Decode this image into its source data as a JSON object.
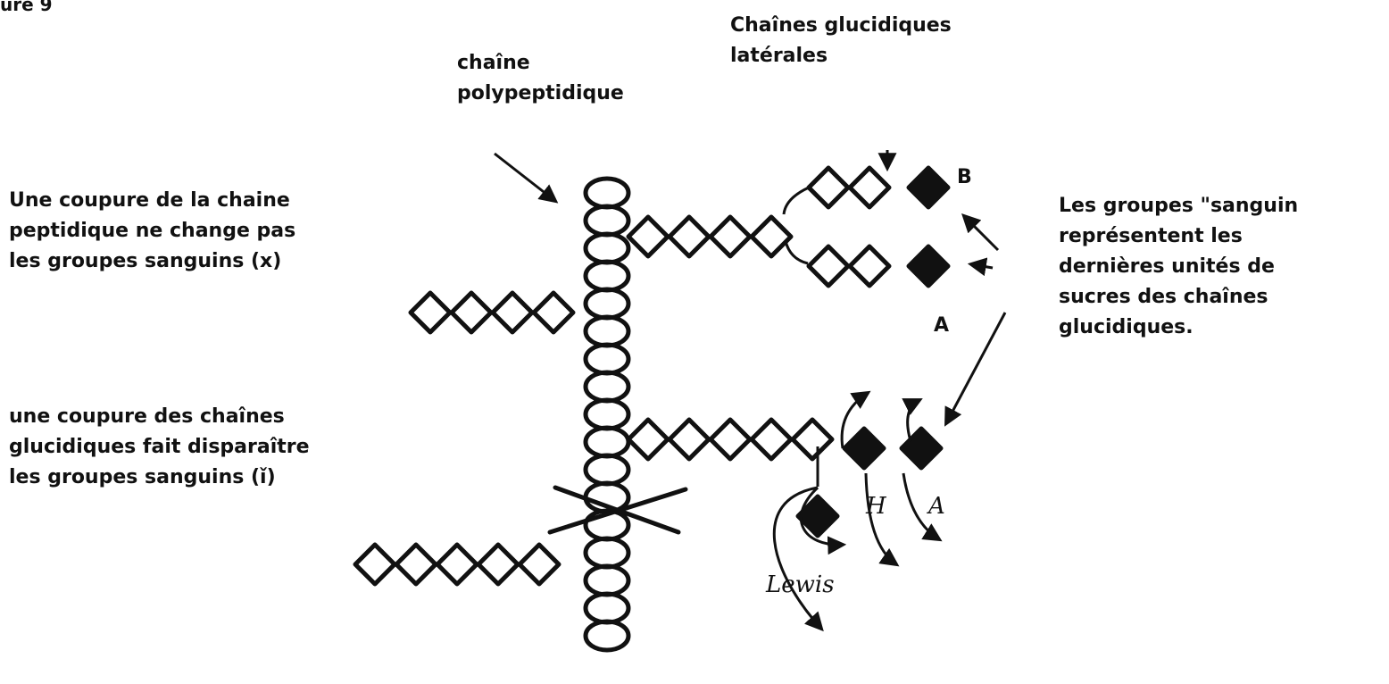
{
  "figure_label": "ure 9",
  "labels": {
    "chaine_polypeptidique": [
      "chaîne",
      "polypeptidique"
    ],
    "chaines_glucidiques": [
      "Chaînes glucidiques",
      "latérales"
    ],
    "coupure_peptidique": [
      "Une coupure de la chaine",
      "peptidique ne change pas",
      "les groupes sanguins (x)"
    ],
    "coupure_glucidique": [
      "une coupure des chaînes",
      "glucidiques fait disparaître",
      "les groupes sanguins (ǐ)"
    ],
    "groupes_sanguins": [
      "Les groupes \"sanguin",
      "représentent les",
      "dernières unités de",
      "sucres des chaînes",
      "glucidiques."
    ]
  },
  "markers": {
    "B": "B",
    "A_top": "A",
    "H": "H",
    "A_bottom": "A",
    "lewis": "Lewis"
  }
}
